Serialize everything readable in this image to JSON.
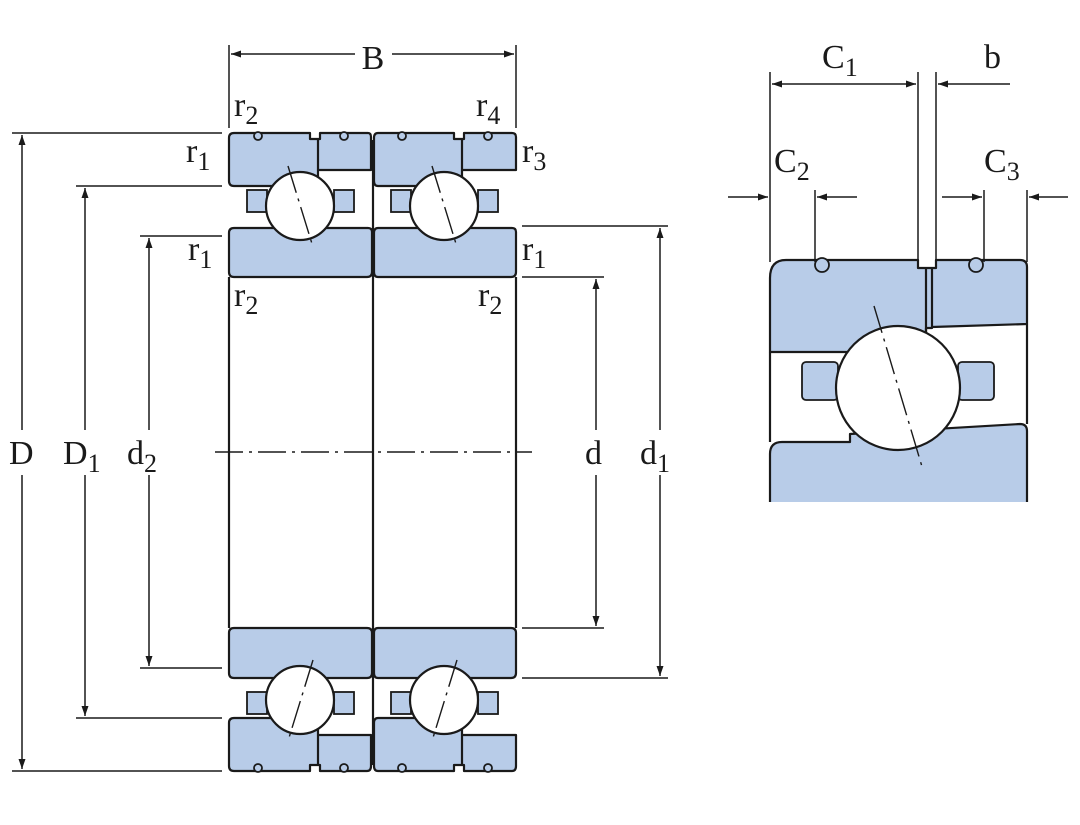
{
  "labels": {
    "B": "B",
    "r2_top_left": {
      "base": "r",
      "sub": "2"
    },
    "r4": {
      "base": "r",
      "sub": "4"
    },
    "r1_top_left": {
      "base": "r",
      "sub": "1"
    },
    "r3": {
      "base": "r",
      "sub": "3"
    },
    "r1_mid_left": {
      "base": "r",
      "sub": "1"
    },
    "r1_mid_right": {
      "base": "r",
      "sub": "1"
    },
    "r2_mid_left": {
      "base": "r",
      "sub": "2"
    },
    "r2_mid_right": {
      "base": "r",
      "sub": "2"
    },
    "D": "D",
    "D1": {
      "base": "D",
      "sub": "1"
    },
    "d2": {
      "base": "d",
      "sub": "2"
    },
    "d": "d",
    "d1": {
      "base": "d",
      "sub": "1"
    },
    "C1": {
      "base": "C",
      "sub": "1"
    },
    "b": "b",
    "C2": {
      "base": "C",
      "sub": "2"
    },
    "C3": {
      "base": "C",
      "sub": "3"
    }
  },
  "colors": {
    "ring_fill": "#b8cce8",
    "line": "#1a1a1a",
    "background": "#ffffff"
  }
}
